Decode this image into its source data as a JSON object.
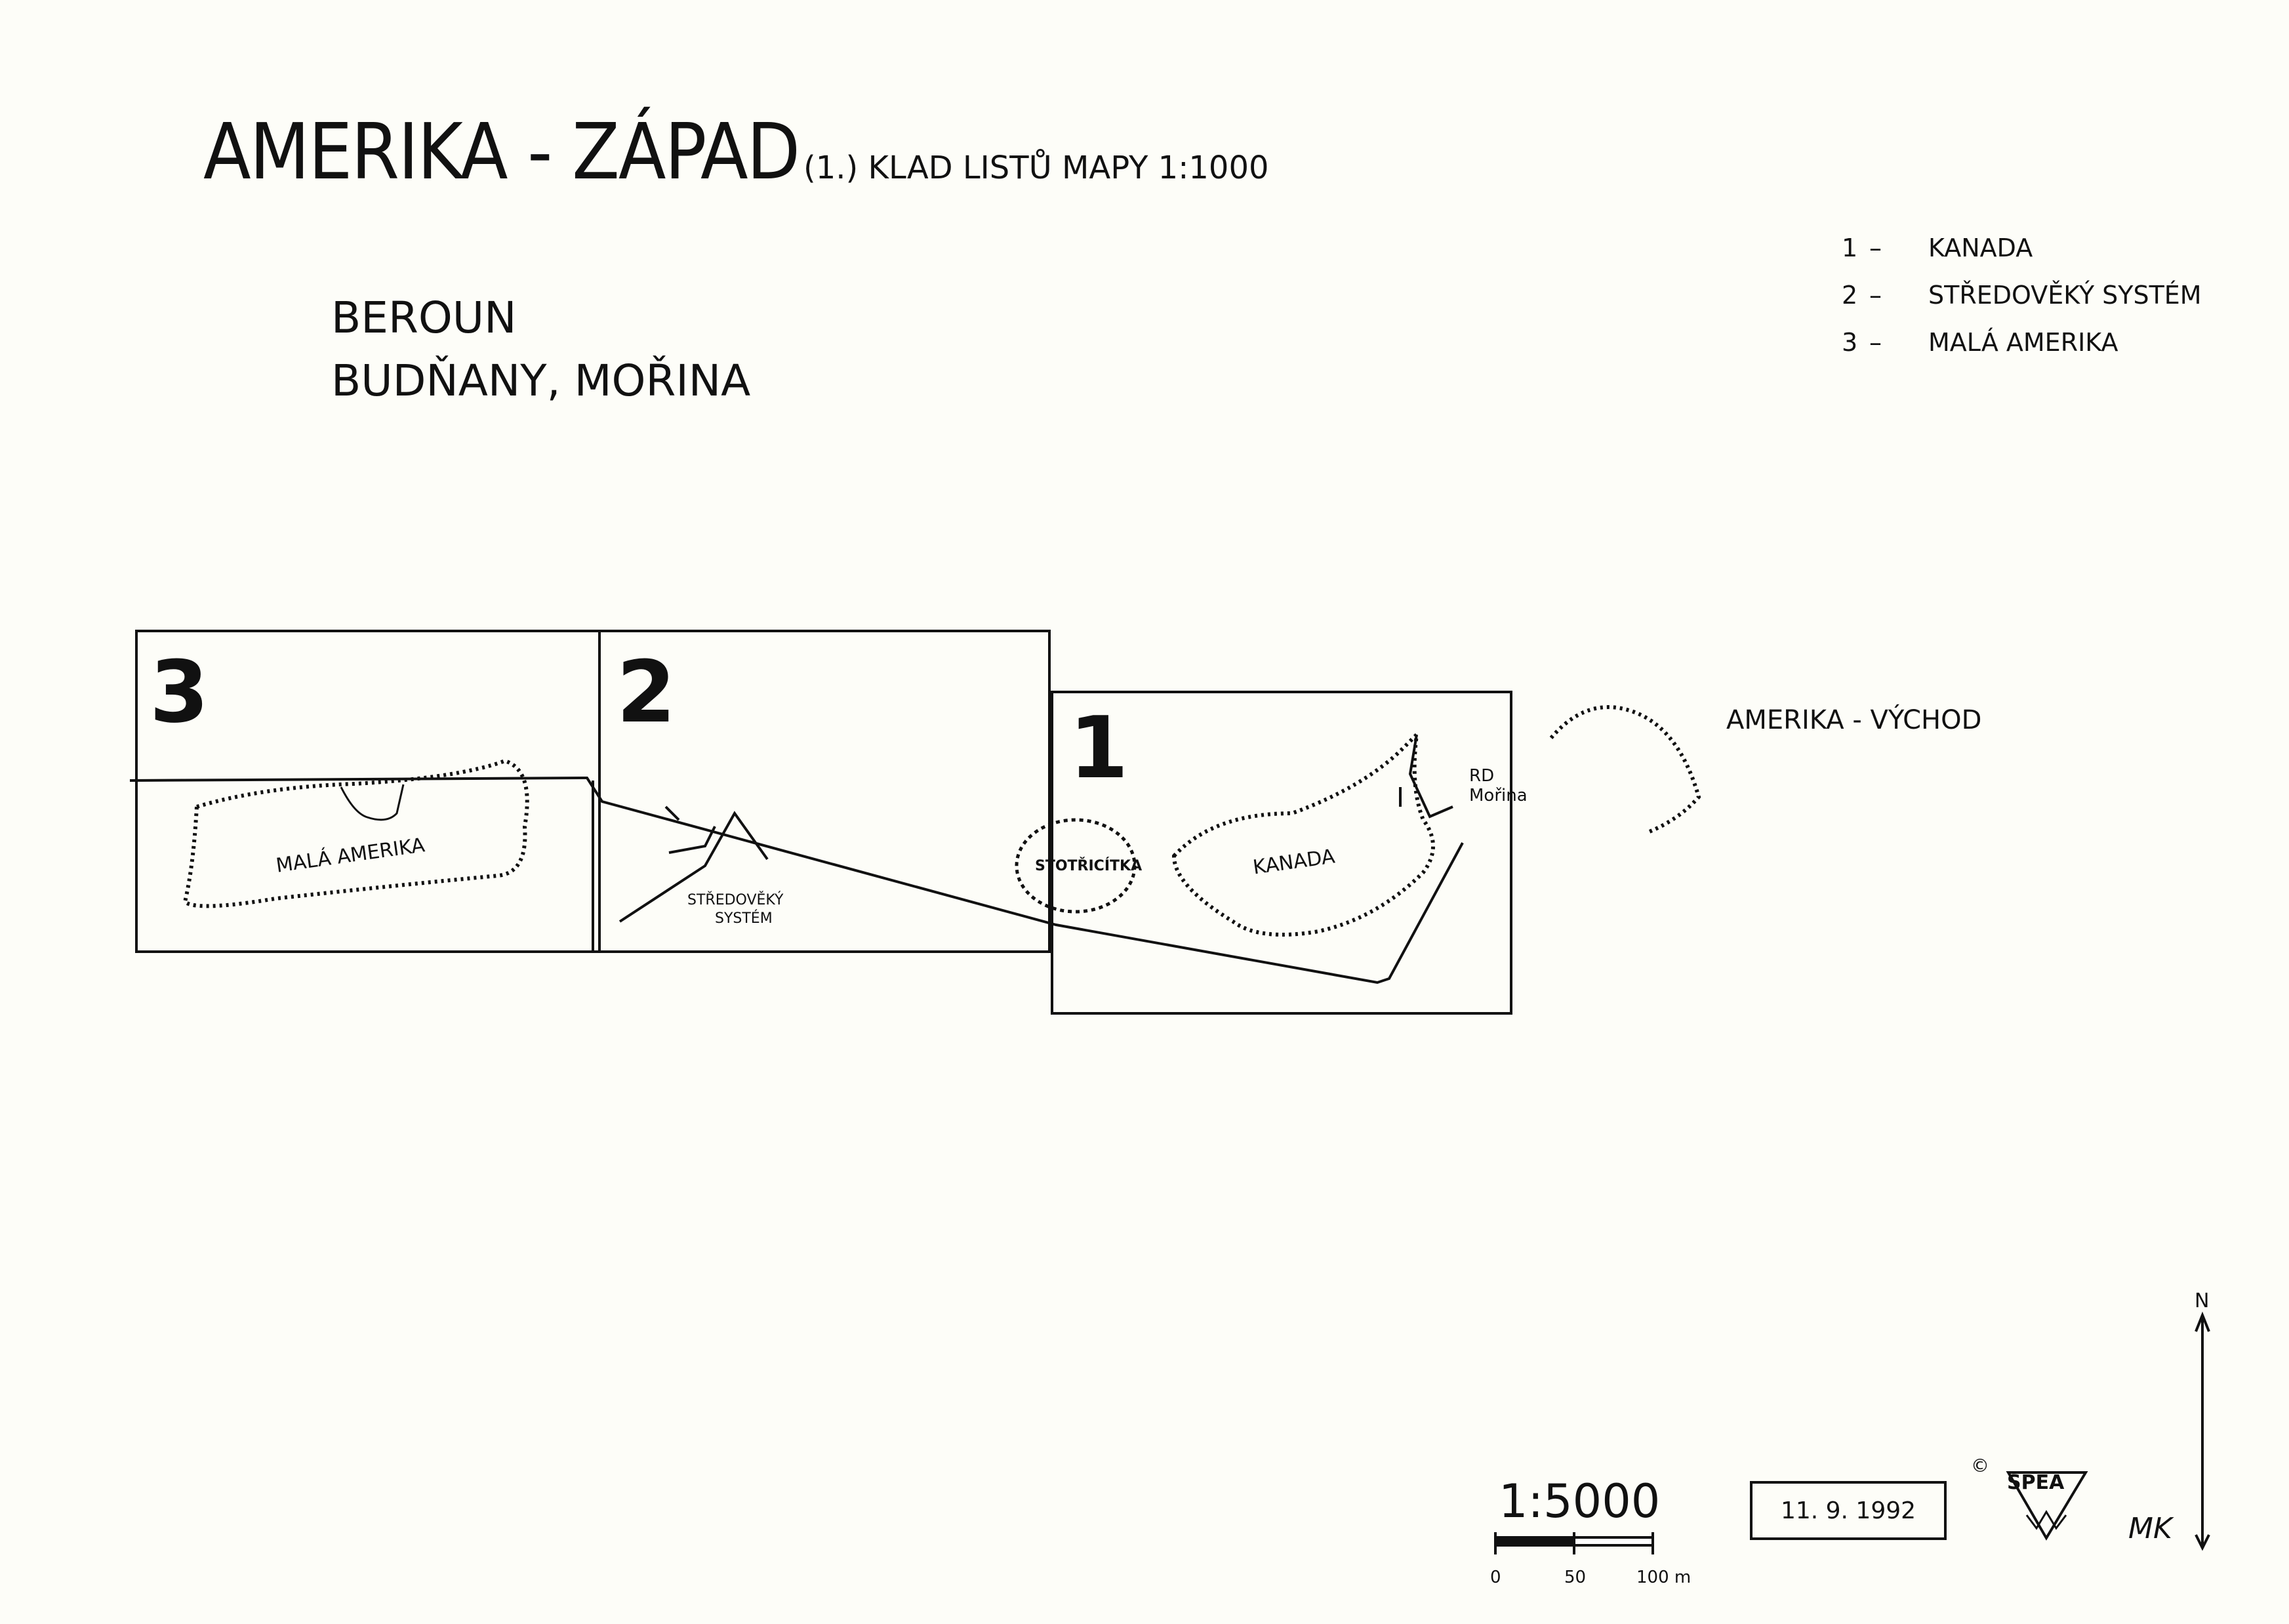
{
  "header": {
    "title": "AMERIKA - ZÁPAD",
    "subtitle": "(1.) KLAD LISTŮ MAPY 1:1000",
    "location_line1": "BEROUN",
    "location_line2": "BUDŇANY, MOŘINA"
  },
  "legend": [
    {
      "num": "1",
      "label": "KANADA"
    },
    {
      "num": "2",
      "label": "STŘEDOVĚKÝ SYSTÉM"
    },
    {
      "num": "3",
      "label": "MALÁ AMERIKA"
    }
  ],
  "sheets": {
    "sheet1": "1",
    "sheet2": "2",
    "sheet3": "3"
  },
  "features": {
    "mala_amerika": "MALÁ AMERIKA",
    "stredoveky_1": "STŘEDOVĚKÝ",
    "stredoveky_2": "SYSTÉM",
    "stotricitka": "STOTŘICÍTKA",
    "kanada": "KANADA",
    "rd": "RD",
    "morina": "Mořina",
    "amerika_vychod": "AMERIKA - VÝCHOD"
  },
  "footer": {
    "scale": "1:5000",
    "tick0": "0",
    "tick50": "50",
    "tick100": "100 m",
    "date": "11. 9. 1992",
    "copyright": "©",
    "logo": "SPEA",
    "initials": "MK",
    "north": "N"
  }
}
